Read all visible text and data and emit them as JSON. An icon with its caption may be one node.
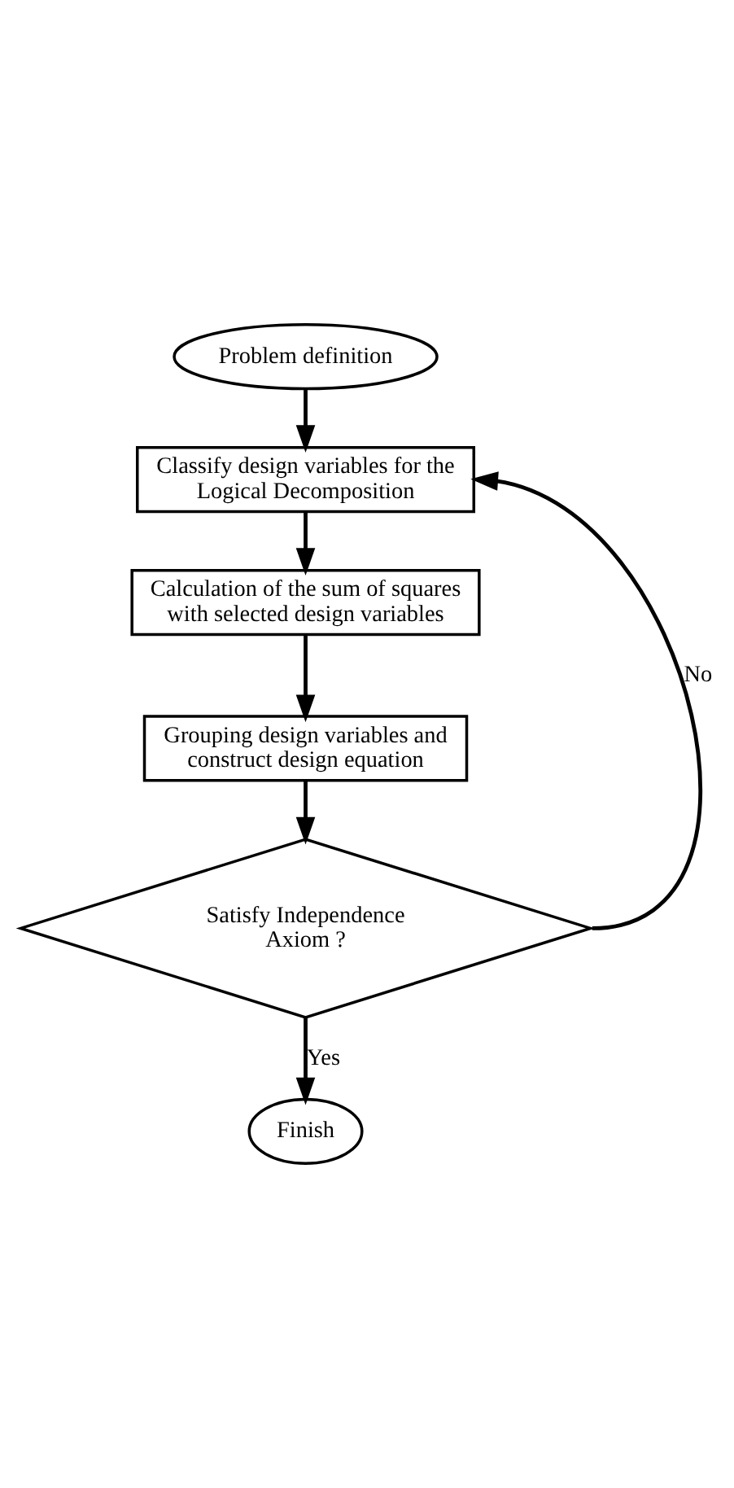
{
  "diagram": {
    "nodes": [
      {
        "text": [
          "Problem definition"
        ]
      },
      {
        "text": [
          "Classify design variables for the Logical Decomposition"
        ]
      },
      {
        "text": [
          "Calculation of the sum of squares with selected design variables"
        ]
      },
      {
        "text": [
          "Grouping design variables and construct design equation"
        ]
      },
      {
        "text": [
          "Satisfy Independence Axiom ?"
        ]
      },
      {
        "text": [
          "Finish"
        ]
      }
    ],
    "edges": [
      {
        "from": 0,
        "to": 1,
        "arrow": "to"
      },
      {
        "from": 1,
        "to": 2,
        "arrow": "to"
      },
      {
        "from": 2,
        "to": 3,
        "arrow": "to"
      },
      {
        "from": 3,
        "to": 4,
        "arrow": "to"
      },
      {
        "from": 4,
        "to": 5,
        "arrow": "to",
        "label": "Yes"
      },
      {
        "from": 4,
        "to": 1,
        "arrow": "to",
        "label": "No"
      }
    ]
  }
}
